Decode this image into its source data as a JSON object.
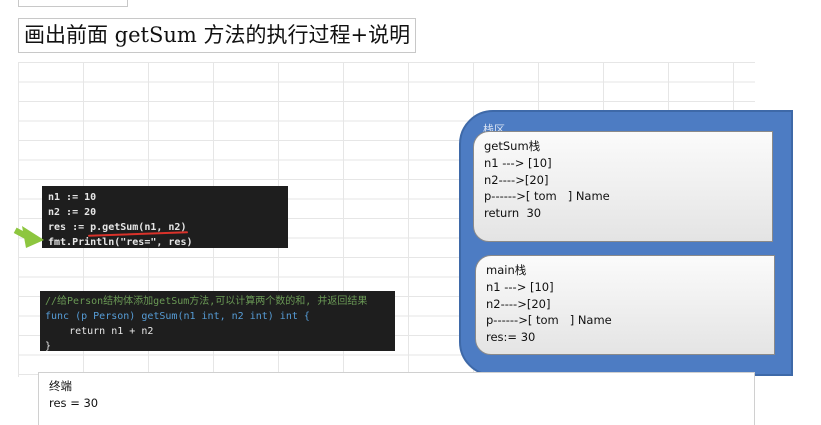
{
  "title": "画出前面 getSum 方法的执行过程+说明",
  "code_call": [
    "n1 := 10",
    "n2 := 20",
    "res := p.getSum(n1, n2)",
    "fmt.Println(\"res=\", res)"
  ],
  "code_def": {
    "comment": "//给Person结构体添加getSum方法,可以计算两个数的和, 并返回结果",
    "line2": "func (p Person) getSum(n1 int, n2 int) int {",
    "line3": "    return n1 + n2",
    "line4": "}"
  },
  "stack_label": "栈区",
  "frames": [
    {
      "name": "getSum栈",
      "lines": [
        "n1 ---> [10]",
        "n2---->[20]",
        "p------>[ tom   ] Name",
        "return  30"
      ]
    },
    {
      "name": "main栈",
      "lines": [
        "n1 ---> [10]",
        "n2---->[20]",
        "p------>[ tom   ] Name",
        "res:= 30"
      ]
    }
  ],
  "terminal": {
    "title": "终端",
    "output": "res = 30"
  },
  "colors": {
    "stack_fill": "#4d7cc3",
    "code_bg": "#1e1e1e",
    "arrow": "#8dc63f",
    "underline": "#d9322a"
  }
}
